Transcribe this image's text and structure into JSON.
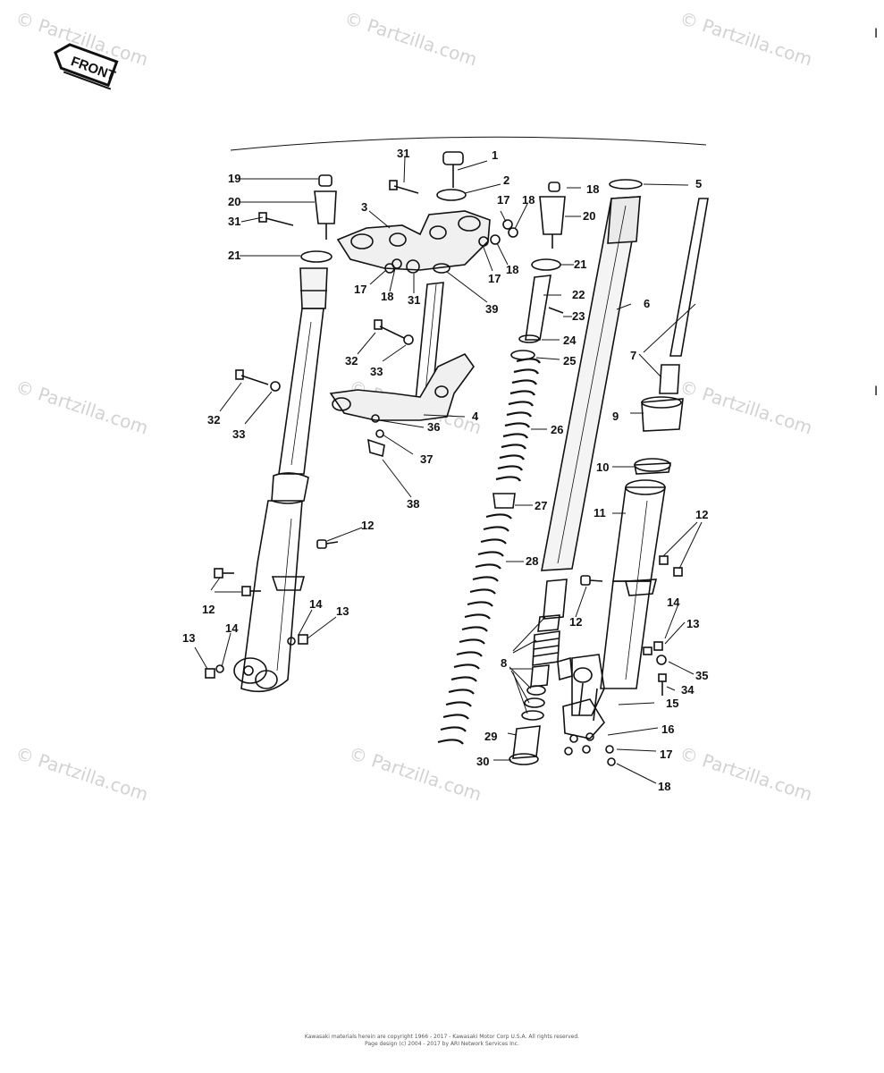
{
  "watermark": "© Partzilla.com",
  "front_label": "FRONT",
  "footer": {
    "line1": "Kawasaki materials herein are copyright 1966 - 2017 - Kawasaki Motor Corp U.S.A. All rights reserved.",
    "line2": "Page design (c) 2004 - 2017 by ARI Network Services Inc."
  },
  "callouts": [
    "1",
    "2",
    "3",
    "4",
    "5",
    "6",
    "7",
    "8",
    "9",
    "10",
    "11",
    "12",
    "13",
    "14",
    "15",
    "16",
    "17",
    "18",
    "19",
    "20",
    "21",
    "22",
    "23",
    "24",
    "25",
    "26",
    "27",
    "28",
    "29",
    "30",
    "31",
    "32",
    "33",
    "34",
    "35",
    "36",
    "37",
    "38",
    "39"
  ]
}
